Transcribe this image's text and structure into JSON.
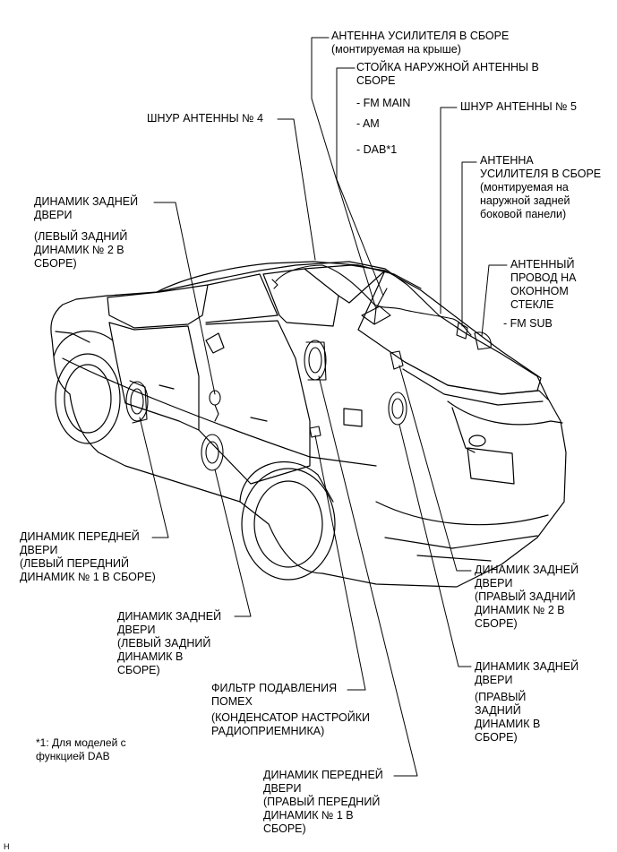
{
  "labels": {
    "roof_antenna": {
      "line1": "АНТЕННА УСИЛИТЕЛЯ В СБОРЕ",
      "line2": "(монтируемая на крыше)"
    },
    "antenna_pole": {
      "line1": "СТОЙКА НАРУЖНОЙ АНТЕННЫ В",
      "line2": "СБОРЕ",
      "item1": "- FM MAIN",
      "item2": "- AM",
      "item3": "- DAB*1"
    },
    "cord4": {
      "line1": "ШНУР АНТЕННЫ № 4"
    },
    "cord5": {
      "line1": "ШНУР АНТЕННЫ № 5"
    },
    "quarter_antenna": {
      "line1": "АНТЕННА",
      "line2": "УСИЛИТЕЛЯ В СБОРЕ",
      "line3": "(монтируемая на",
      "line4": "наружной задней",
      "line5": "боковой панели)"
    },
    "glass_antenna": {
      "line1": "АНТЕННЫЙ",
      "line2": "ПРОВОД НА",
      "line3": "ОКОННОМ",
      "line4": "СТЕКЛЕ",
      "item1": "- FM SUB"
    },
    "rear_left_2": {
      "line1": "ДИНАМИК ЗАДНЕЙ",
      "line2": "ДВЕРИ",
      "line3": "(ЛЕВЫЙ ЗАДНИЙ",
      "line4": "ДИНАМИК № 2 В",
      "line5": "СБОРЕ)"
    },
    "front_left_1": {
      "line1": "ДИНАМИК ПЕРЕДНЕЙ",
      "line2": "ДВЕРИ",
      "line3": "(ЛЕВЫЙ ПЕРЕДНИЙ",
      "line4": "ДИНАМИК № 1 В СБОРЕ)"
    },
    "rear_left": {
      "line1": "ДИНАМИК ЗАДНЕЙ",
      "line2": "ДВЕРИ",
      "line3": "(ЛЕВЫЙ ЗАДНИЙ",
      "line4": "ДИНАМИК В",
      "line5": "СБОРЕ)"
    },
    "noise_filter": {
      "line1": "ФИЛЬТР ПОДАВЛЕНИЯ",
      "line2": "ПОМЕХ",
      "line3": "(КОНДЕНСАТОР НАСТРОЙКИ",
      "line4": "РАДИОПРИЕМНИКА)"
    },
    "front_right_1": {
      "line1": "ДИНАМИК ПЕРЕДНЕЙ",
      "line2": "ДВЕРИ",
      "line3": "(ПРАВЫЙ ПЕРЕДНИЙ",
      "line4": "ДИНАМИК № 1 В",
      "line5": "СБОРЕ)"
    },
    "rear_right_2": {
      "line1": "ДИНАМИК ЗАДНЕЙ",
      "line2": "ДВЕРИ",
      "line3": "(ПРАВЫЙ ЗАДНИЙ",
      "line4": "ДИНАМИК № 2 В",
      "line5": "СБОРЕ)"
    },
    "rear_right": {
      "line1": "ДИНАМИК ЗАДНЕЙ",
      "line2": "ДВЕРИ",
      "line3": "(ПРАВЫЙ",
      "line4": "ЗАДНИЙ",
      "line5": "ДИНАМИК В",
      "line6": "СБОРЕ)"
    }
  },
  "footnote": {
    "line1": "*1: Для моделей с",
    "line2": "функцией DAB"
  },
  "figure_code": "H",
  "colors": {
    "ink": "#000000",
    "background": "#ffffff"
  }
}
